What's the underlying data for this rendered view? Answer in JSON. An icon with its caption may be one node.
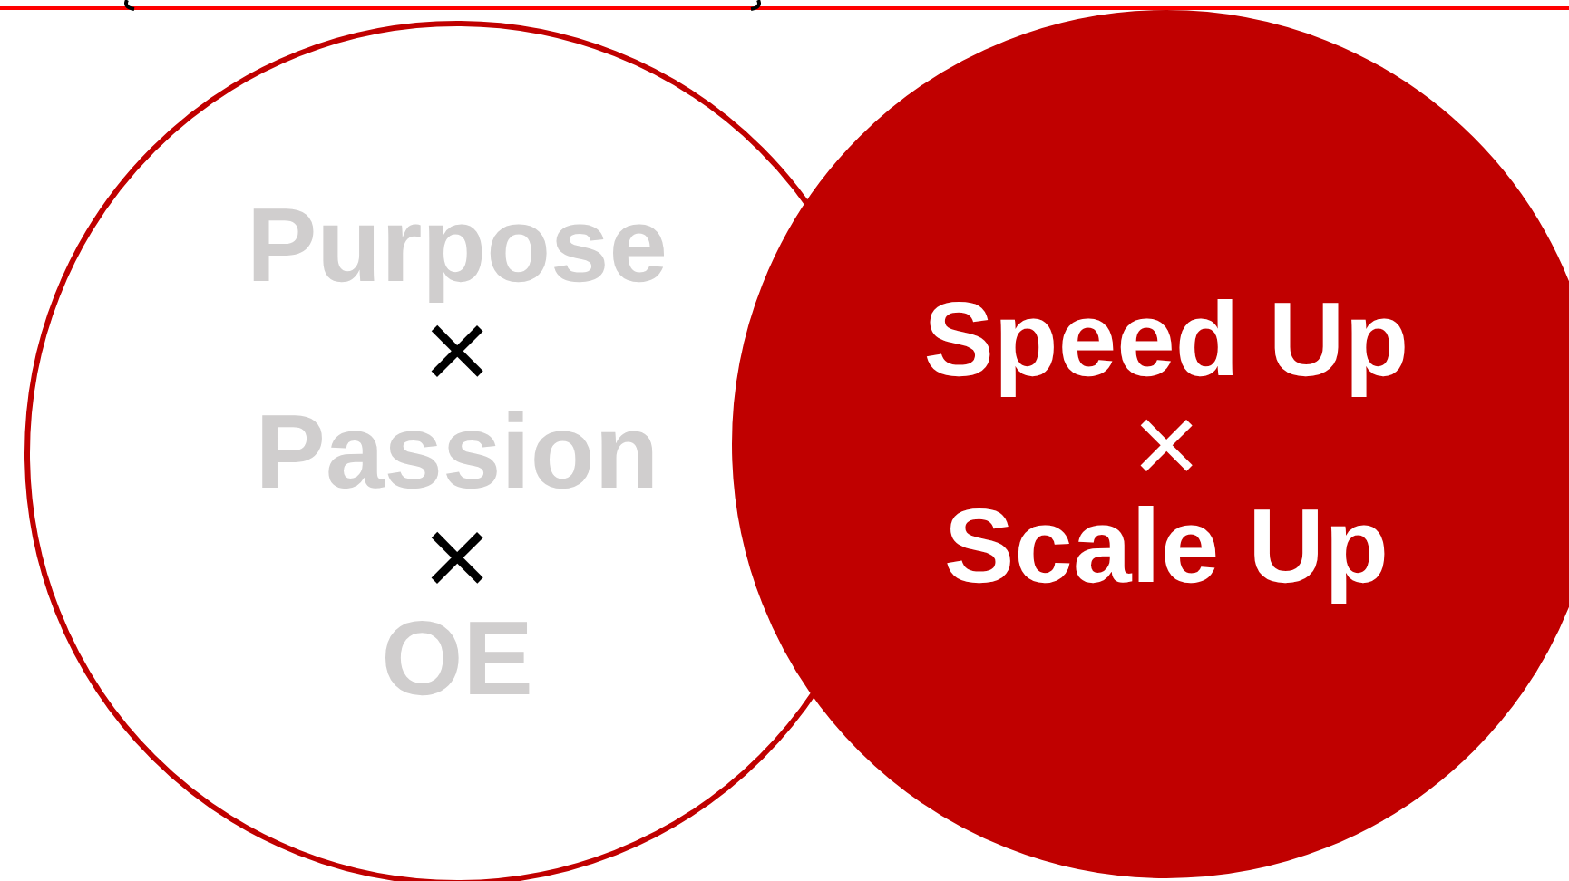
{
  "diagram": {
    "nodes": [
      {
        "text": [
          "Purpose",
          "×",
          "Passion",
          "×",
          "OE"
        ]
      },
      {
        "text": [
          "Speed Up",
          "×",
          "Scale Up"
        ]
      }
    ],
    "edges": []
  }
}
